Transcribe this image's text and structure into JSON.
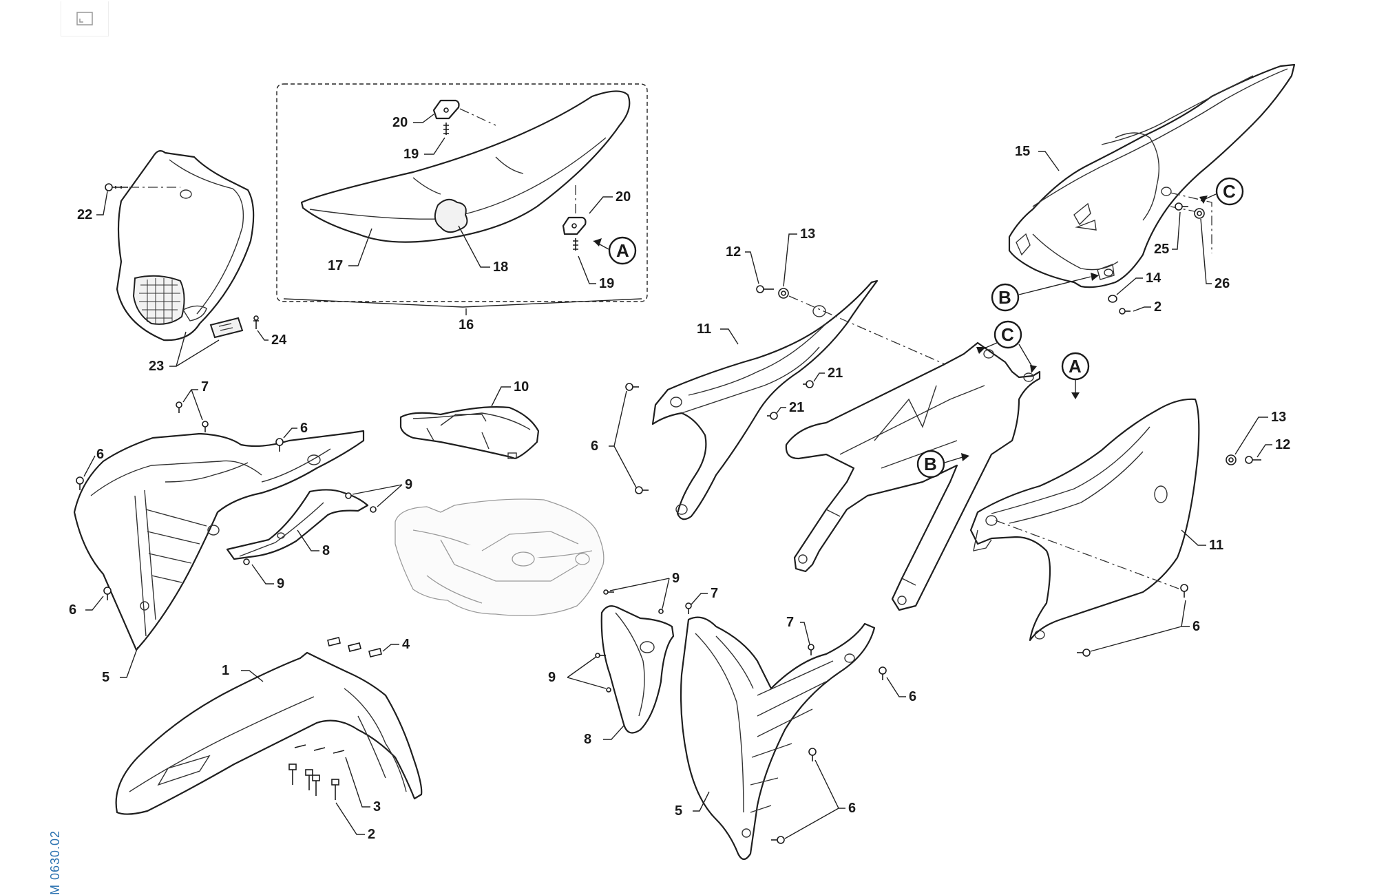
{
  "toolbar": {
    "expand_icon": "expand-icon"
  },
  "drawing_code": "M 0630.02",
  "callouts": [
    "1",
    "2",
    "3",
    "4",
    "5",
    "6",
    "7",
    "8",
    "9",
    "10",
    "11",
    "12",
    "13",
    "14",
    "15",
    "16",
    "17",
    "18",
    "19",
    "20",
    "21",
    "22",
    "23",
    "24",
    "25",
    "26"
  ],
  "refs": [
    "A",
    "B",
    "C"
  ],
  "labels": {
    "l1": "1",
    "l2a": "2",
    "l2b": "2",
    "l3": "3",
    "l4": "4",
    "l5a": "5",
    "l5b": "5",
    "l6a": "6",
    "l6b": "6",
    "l6c": "6",
    "l6d": "6",
    "l6e": "6",
    "l6f": "6",
    "l6g": "6",
    "l7a": "7",
    "l7b": "7",
    "l7c": "7",
    "l8a": "8",
    "l8b": "8",
    "l9a": "9",
    "l9b": "9",
    "l9c": "9",
    "l9d": "9",
    "l10": "10",
    "l11a": "11",
    "l11b": "11",
    "l12a": "12",
    "l12b": "12",
    "l13a": "13",
    "l13b": "13",
    "l14": "14",
    "l15": "15",
    "l16": "16",
    "l17": "17",
    "l18": "18",
    "l19a": "19",
    "l19b": "19",
    "l20a": "20",
    "l20b": "20",
    "l21a": "21",
    "l21b": "21",
    "l22": "22",
    "l23": "23",
    "l24": "24",
    "l25": "25",
    "l26": "26",
    "rA1": "A",
    "rA2": "A",
    "rB1": "B",
    "rB2": "B",
    "rC1": "C",
    "rC2": "C"
  }
}
